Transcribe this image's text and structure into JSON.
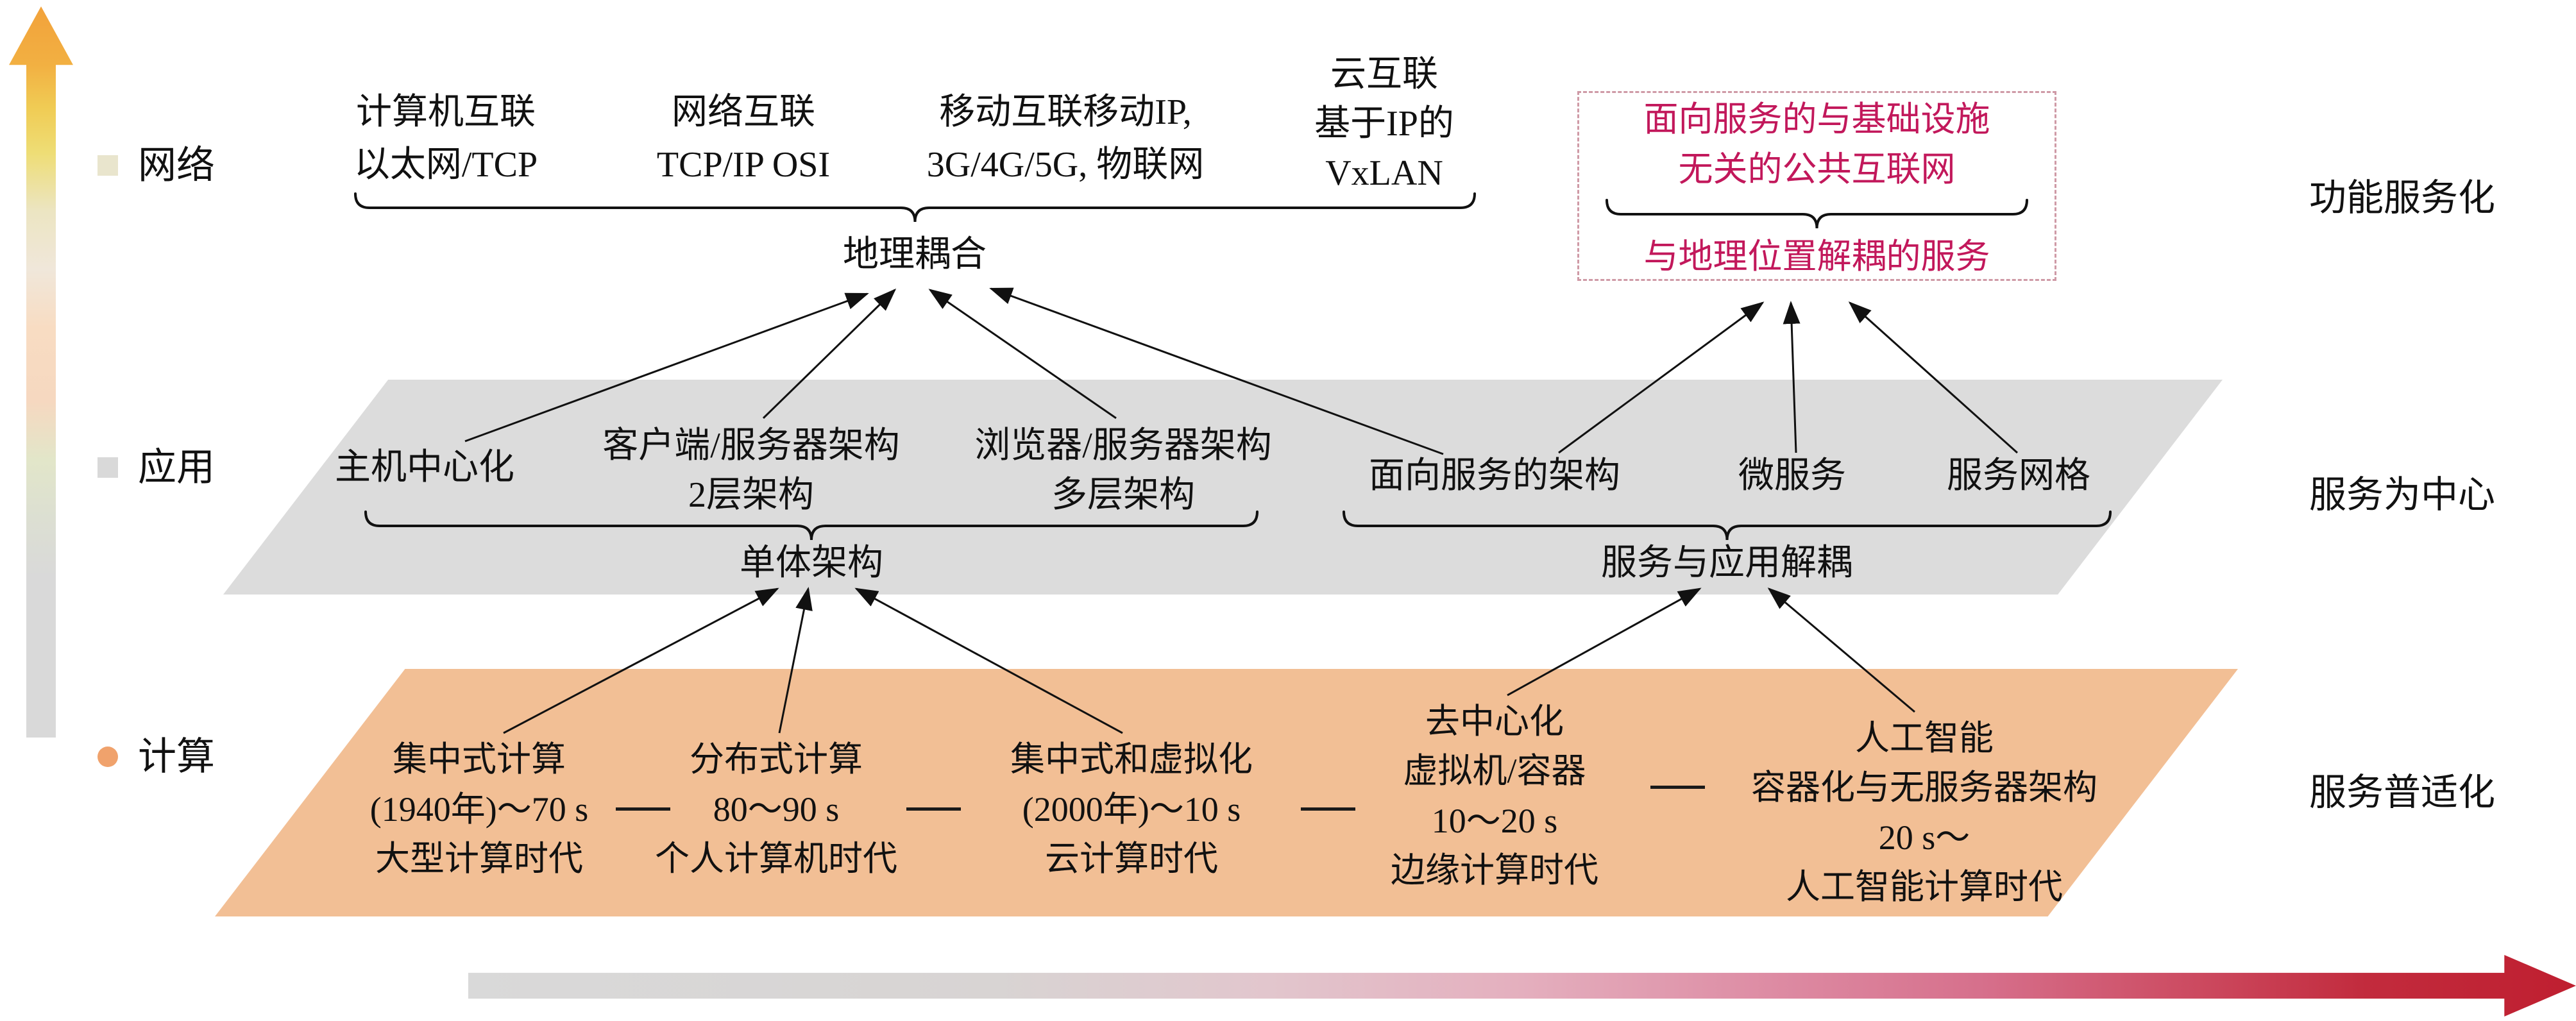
{
  "rows": {
    "network": {
      "label": "网络"
    },
    "application": {
      "label": "应用"
    },
    "computing": {
      "label": "计算"
    }
  },
  "right_labels": {
    "top": "功能服务化",
    "middle": "服务为中心",
    "bottom": "服务普适化"
  },
  "network_row": {
    "items": [
      {
        "line1": "计算机互联",
        "line2": "以太网/TCP"
      },
      {
        "line1": "网络互联",
        "line2": "TCP/IP OSI"
      },
      {
        "line1": "移动互联移动IP,",
        "line2": "3G/4G/5G, 物联网"
      },
      {
        "line1": "云互联",
        "line2": "基于IP的",
        "line3": "VxLAN"
      }
    ],
    "brace_label": "地理耦合"
  },
  "service_box": {
    "line1": "面向服务的与基础设施",
    "line2": "无关的公共互联网",
    "line3": "与地理位置解耦的服务"
  },
  "application_row": {
    "items": [
      {
        "line1": "主机中心化"
      },
      {
        "line1": "客户端/服务器架构",
        "line2": "2层架构"
      },
      {
        "line1": "浏览器/服务器架构",
        "line2": "多层架构"
      },
      {
        "line1": "面向服务的架构"
      },
      {
        "line1": "微服务"
      },
      {
        "line1": "服务网格"
      }
    ],
    "left_brace_label": "单体架构",
    "right_brace_label": "服务与应用解耦"
  },
  "computing_row": {
    "eras": [
      {
        "lines": [
          "集中式计算",
          "(1940年)～70 s",
          "大型计算时代"
        ]
      },
      {
        "lines": [
          "分布式计算",
          "80～90 s",
          "个人计算机时代"
        ]
      },
      {
        "lines": [
          "集中式和虚拟化",
          "(2000年)～10 s",
          "云计算时代"
        ]
      },
      {
        "lines": [
          "去中心化",
          "虚拟机/容器",
          "10～20 s",
          "边缘计算时代"
        ]
      },
      {
        "lines": [
          "人工智能",
          "容器化与无服务器架构",
          "20 s～",
          "人工智能计算时代"
        ]
      }
    ]
  },
  "colors": {
    "text": "#111111",
    "band_gray": "#dcdcdc",
    "band_orange": "#f2bf95",
    "box_text": "#c2185b",
    "box_border": "#cf9aa6",
    "timeline_red": "#bf1f30",
    "axis_orange": "#f2a23b",
    "bullet_network": "#e9e5cd",
    "bullet_application": "#d9d9d9",
    "bullet_computing": "#f0a26c"
  }
}
